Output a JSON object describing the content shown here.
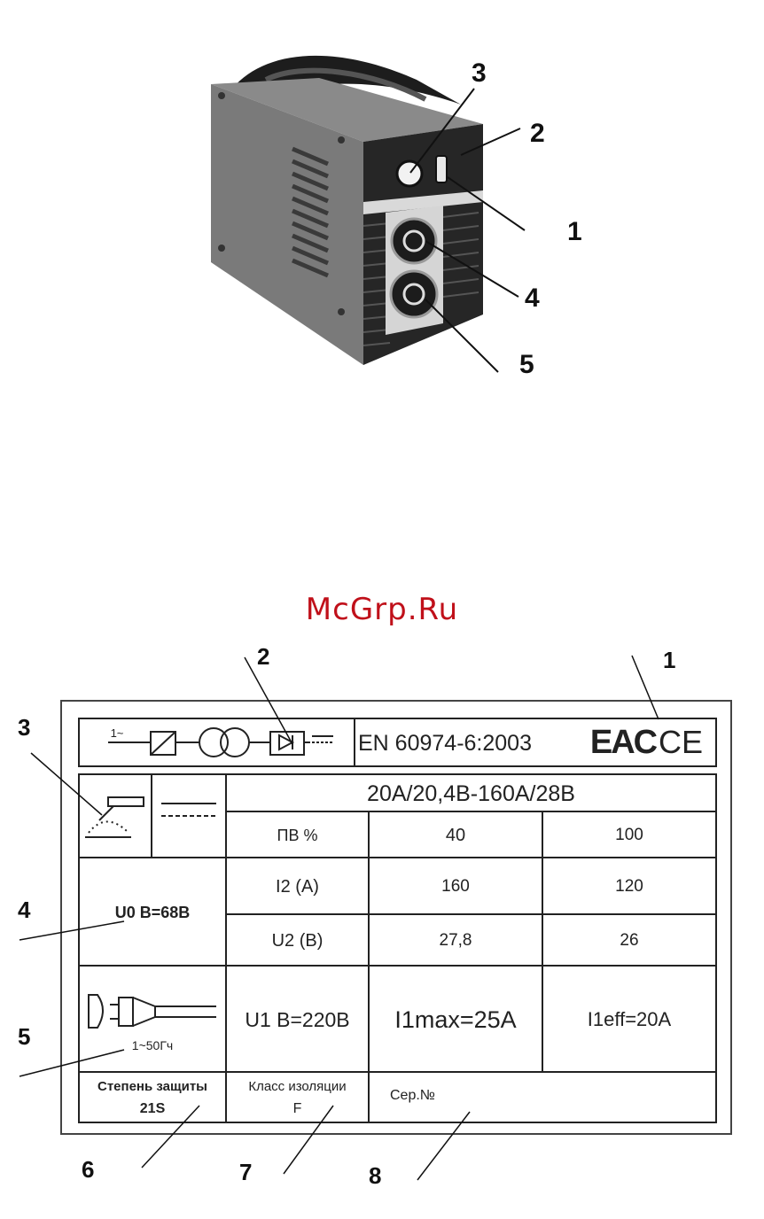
{
  "watermark": "McGrp.Ru",
  "device_callouts": [
    "3",
    "2",
    "1",
    "4",
    "5"
  ],
  "plate_callouts": [
    "2",
    "1",
    "3",
    "4",
    "5",
    "6",
    "7",
    "8"
  ],
  "plate": {
    "standard": "EN 60974-6:2003",
    "eac_mark": "EAC",
    "ce_mark": "CE",
    "schematic_input": "1~",
    "range": "20А/20,4В-160А/28В",
    "duty_label": "ПВ %",
    "duty_values": [
      "40",
      "100"
    ],
    "i2_label": "I2 (А)",
    "i2_values": [
      "160",
      "120"
    ],
    "u2_label": "U2 (В)",
    "u2_values": [
      "27,8",
      "26"
    ],
    "u0": "U0 В=68В",
    "u1": "U1 В=220В",
    "i1max": "I1max=25A",
    "i1eff": "I1eff=20A",
    "mains_freq": "1~50Гч",
    "protection_label": "Степень защиты",
    "protection_value": "21S",
    "insulation_label": "Класс изоляции",
    "insulation_value": "F",
    "serial_label": "Сер.№"
  }
}
